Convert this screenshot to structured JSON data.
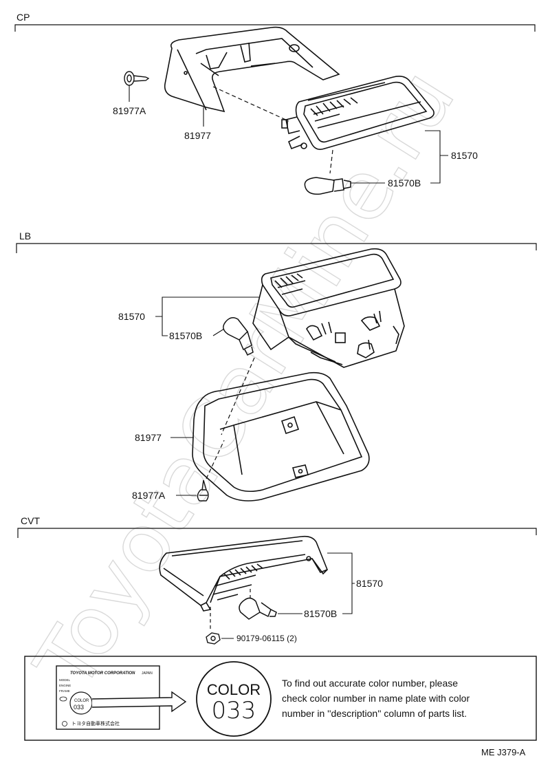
{
  "sections": {
    "cp": "CP",
    "lb": "LB",
    "cvt": "CVT"
  },
  "labels": {
    "cp_81977A": "81977A",
    "cp_81977": "81977",
    "cp_81570": "81570",
    "cp_81570B": "81570B",
    "lb_81570": "81570",
    "lb_81570B": "81570B",
    "lb_81977": "81977",
    "lb_81977A": "81977A",
    "cvt_81570": "81570",
    "cvt_81570B": "81570B",
    "cvt_90179": "90179-06115 (2)"
  },
  "nameplate": {
    "header": "TOYOTA MOTOR CORPORATION",
    "header_suffix": "JAPAN",
    "fields": [
      "MODEL",
      "ENGINE",
      "FRAME"
    ],
    "color_small": "COLOR",
    "code_small": "033",
    "footer": "トヨタ自動車株式会社"
  },
  "color_badge": {
    "word": "COLOR",
    "code": "033"
  },
  "note_lines": [
    "To find out accurate color number, please",
    "check color number in name plate with color",
    "number in ''description'' column of parts list."
  ],
  "watermark": "ToyotaCarMine.ru",
  "figure_code": "ME  J379-A",
  "colors": {
    "ink": "#111111",
    "watermark": "#d9d9d9"
  }
}
